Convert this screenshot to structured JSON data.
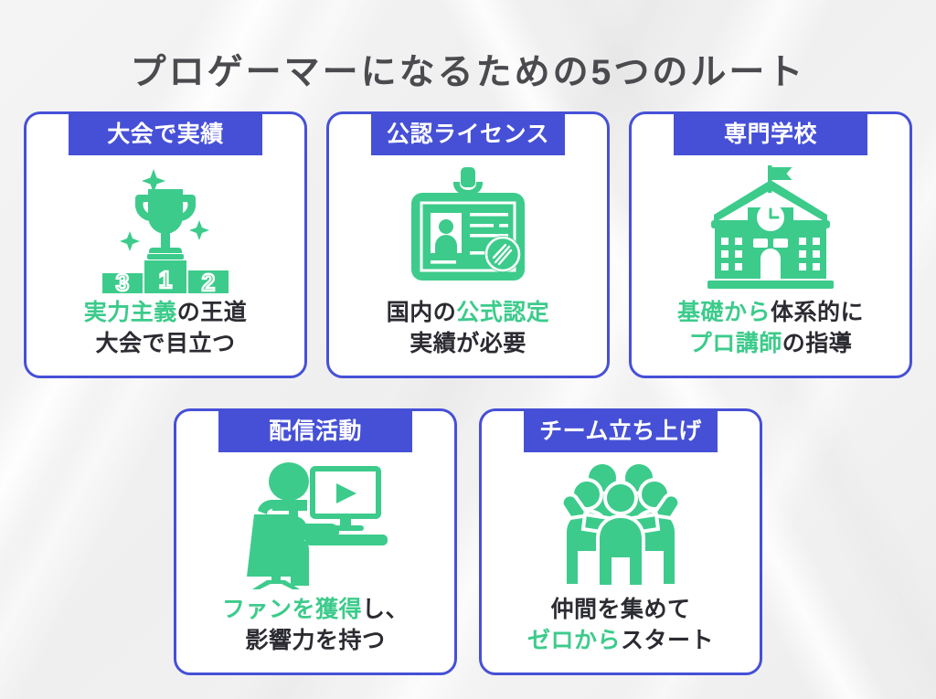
{
  "theme": {
    "accent_blue": "#4650d6",
    "accent_green": "#3ccb8b",
    "text_dark": "#2b2b32",
    "title_gray": "#4b4b4f",
    "background": "#f2f2f2",
    "card_background": "#ffffff"
  },
  "header": {
    "title": "プロゲーマーになるための5つのルート"
  },
  "cards": [
    {
      "id": "tournament-results",
      "header_label": "大会で実績",
      "icon": "trophy-podium-icon",
      "lines": [
        [
          {
            "text": "実力主義",
            "highlight": true
          },
          {
            "text": "の王道",
            "highlight": false
          }
        ],
        [
          {
            "text": "大会で目立つ",
            "highlight": false
          }
        ]
      ]
    },
    {
      "id": "official-license",
      "header_label": "公認ライセンス",
      "icon": "id-badge-icon",
      "lines": [
        [
          {
            "text": "国内の",
            "highlight": false
          },
          {
            "text": "公式認定",
            "highlight": true
          }
        ],
        [
          {
            "text": "実績が必要",
            "highlight": false
          }
        ]
      ]
    },
    {
      "id": "vocational-school",
      "header_label": "専門学校",
      "icon": "school-building-icon",
      "lines": [
        [
          {
            "text": "基礎から",
            "highlight": true
          },
          {
            "text": "体系的に",
            "highlight": false
          }
        ],
        [
          {
            "text": "プロ講師",
            "highlight": true
          },
          {
            "text": "の指導",
            "highlight": false
          }
        ]
      ]
    },
    {
      "id": "streaming-activity",
      "header_label": "配信活動",
      "icon": "streamer-desk-icon",
      "lines": [
        [
          {
            "text": "ファンを獲得",
            "highlight": true
          },
          {
            "text": "し、",
            "highlight": false
          }
        ],
        [
          {
            "text": "影響力を持つ",
            "highlight": false
          }
        ]
      ]
    },
    {
      "id": "team-founding",
      "header_label": "チーム立ち上げ",
      "icon": "team-people-icon",
      "lines": [
        [
          {
            "text": "仲間を集めて",
            "highlight": false
          }
        ],
        [
          {
            "text": "ゼロから",
            "highlight": true
          },
          {
            "text": "スタート",
            "highlight": false
          }
        ]
      ]
    }
  ],
  "icon_details": {
    "trophy-podium-icon": {
      "podium_labels": [
        "3",
        "1",
        "2"
      ],
      "sparkle_count": 3
    },
    "id-badge-icon": {
      "parts": [
        "clip",
        "photo",
        "text-lines",
        "seal-stamp"
      ]
    },
    "school-building-icon": {
      "parts": [
        "flag",
        "roof",
        "clock",
        "left-wing",
        "right-wing",
        "door",
        "base"
      ],
      "window_rows": 3,
      "window_cols": 2
    },
    "streamer-desk-icon": {
      "parts": [
        "person",
        "office-chair",
        "monitor",
        "play-button",
        "desk"
      ]
    },
    "team-people-icon": {
      "person_count": 5
    }
  }
}
